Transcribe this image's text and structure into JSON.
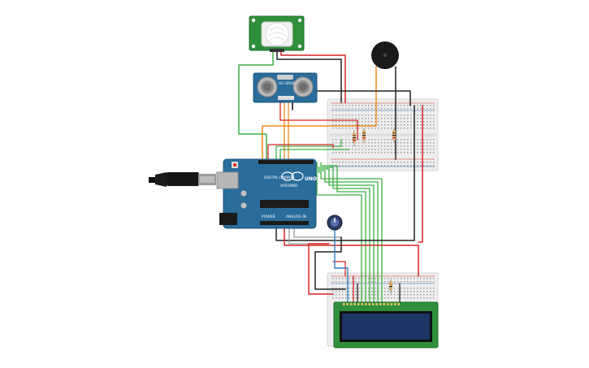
{
  "arduino": {
    "brand": "ARDUINO",
    "model": "UNO",
    "power_label": "POWER",
    "analog_label": "ANALOG IN",
    "digital_label": "DIGITAL (PWM~)"
  },
  "ultrasonic": {
    "model": "HC-SR04"
  },
  "colors": {
    "wire_red": "#d62424",
    "wire_black": "#222222",
    "wire_green": "#3cb043",
    "wire_orange": "#f28c1c",
    "wire_blue": "#2f7fc1",
    "wire_gray": "#9a9a9a",
    "arduino_blue": "#2a6d9b",
    "pcb_green": "#2f8f3a",
    "lcd_screen": "#1d3566",
    "breadboard": "#eeeeee"
  },
  "icons": [
    "usb-cable-icon",
    "pir-sensor-icon",
    "buzzer-icon",
    "potentiometer-icon",
    "resistor-icon"
  ]
}
